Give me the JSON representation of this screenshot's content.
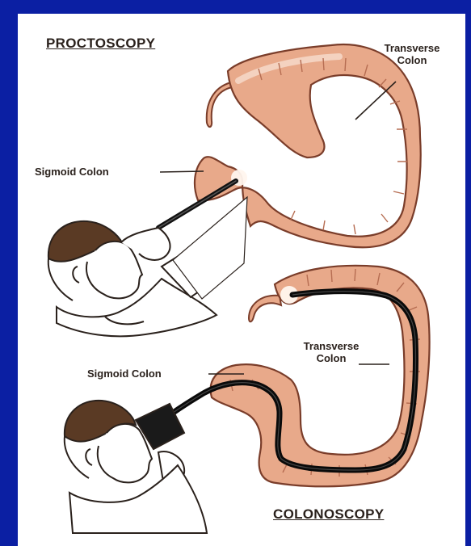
{
  "top_section": {
    "title": "PROCTOSCOPY",
    "label_sigmoid": "Sigmoid Colon",
    "label_transverse_line1": "Transverse",
    "label_transverse_line2": "Colon"
  },
  "bottom_section": {
    "title": "COLONOSCOPY",
    "label_sigmoid": "Sigmoid Colon",
    "label_transverse_line1": "Transverse",
    "label_transverse_line2": "Colon"
  },
  "colors": {
    "background_blue": "#0b1fa3",
    "colon_fill": "#e8a98a",
    "colon_outline": "#7a3d2a",
    "scope": "#111111",
    "ink": "#2a211c"
  }
}
